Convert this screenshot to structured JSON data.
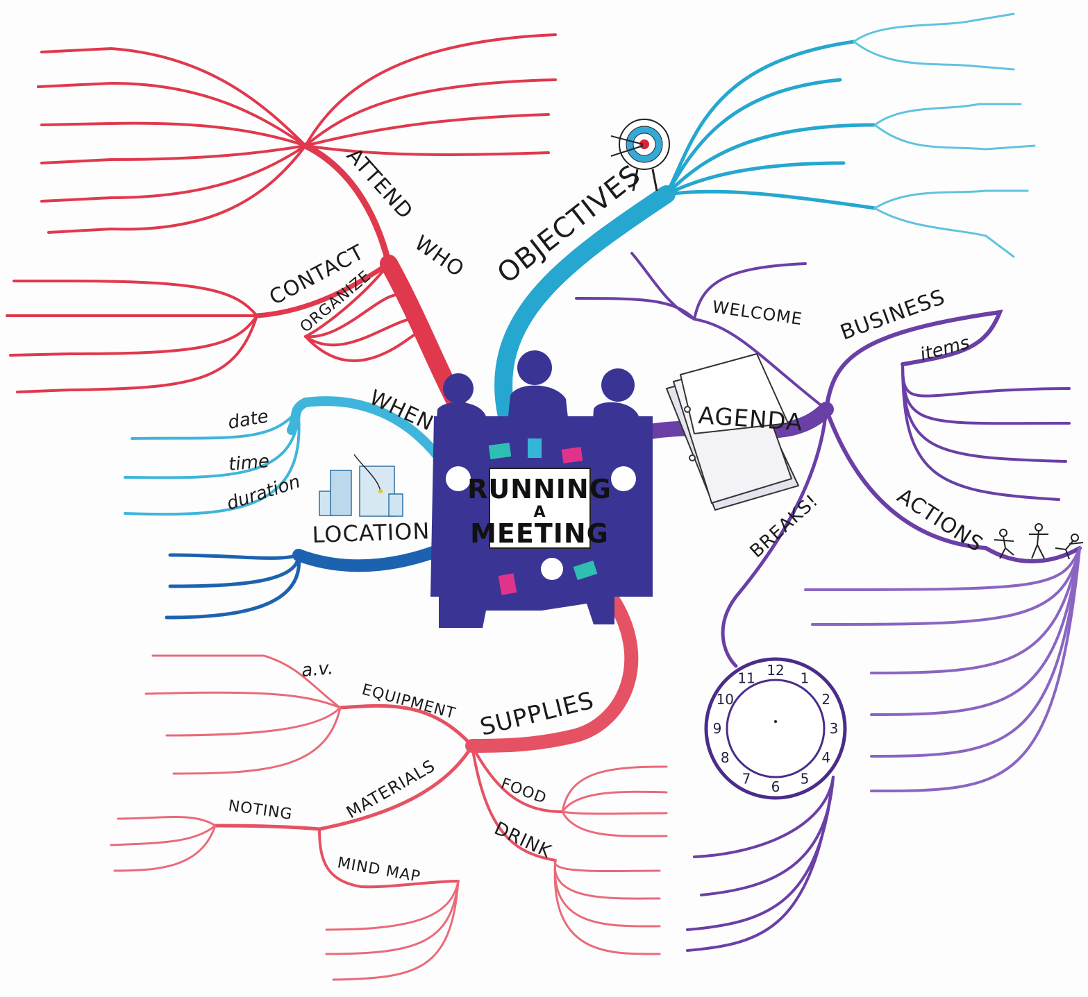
{
  "center": {
    "title_line1": "RUNNING",
    "title_line2": "A",
    "title_line3": "MEETING"
  },
  "branches": {
    "who": {
      "label": "WHO",
      "color": "#e0394d",
      "children": {
        "attend": "ATTEND",
        "contact": "CONTACT",
        "organize": "ORGANIZE"
      }
    },
    "objectives": {
      "label": "OBJECTIVES",
      "color": "#25a7cf",
      "icon": "target-icon"
    },
    "agenda": {
      "label": "AGENDA",
      "color": "#6a3fa6",
      "icon": "papers-icon",
      "children": {
        "welcome": "WELCOME",
        "business": "BUSINESS",
        "items": "items",
        "actions": "ACTIONS",
        "breaks": "BREAKS!"
      }
    },
    "when": {
      "label": "WHEN",
      "color": "#3fb5db",
      "children": {
        "date": "date",
        "time": "time",
        "duration": "duration"
      }
    },
    "location": {
      "label": "LOCATION",
      "color": "#1d62b0",
      "icon": "city-map-icon"
    },
    "supplies": {
      "label": "SUPPLIES",
      "color": "#e55264",
      "children": {
        "equipment": "EQUIPMENT",
        "av": "a.v.",
        "materials": "MATERIALS",
        "noting": "NOTING",
        "mind_map": "MIND MAP",
        "food": "FOOD",
        "drink": "DRINK"
      }
    }
  },
  "clock": {
    "numbers": [
      "12",
      "1",
      "2",
      "3",
      "4",
      "5",
      "6",
      "7",
      "8",
      "9",
      "10",
      "11"
    ]
  },
  "colors": {
    "red": "#e0394d",
    "pink": "#ea6a79",
    "cyan": "#25a7cf",
    "light_cyan": "#5fc3e0",
    "blue": "#1d62b0",
    "purple": "#6a3fa6",
    "light_purple": "#8a65c2",
    "center": "#3a3594"
  }
}
